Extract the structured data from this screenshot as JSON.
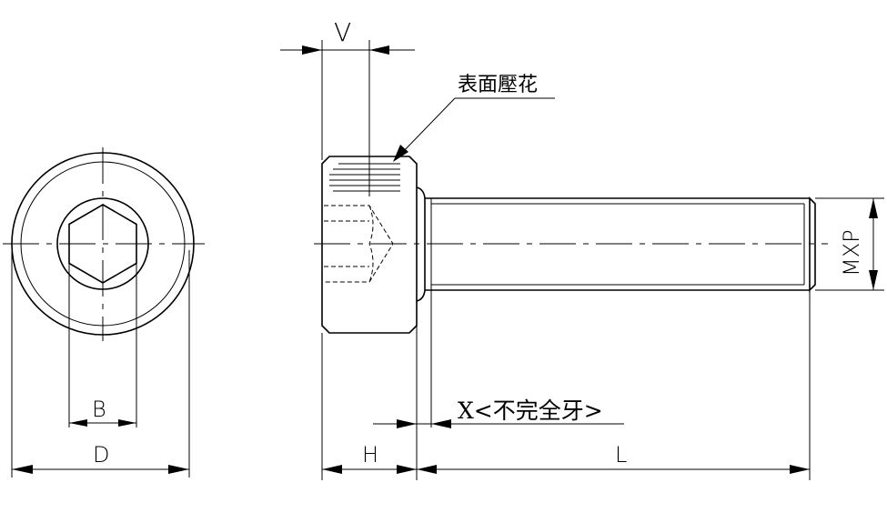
{
  "labels": {
    "v": "V",
    "knurl": "表面壓花",
    "b": "B",
    "d": "D",
    "h": "H",
    "x": "X<不完全牙>",
    "l": "L",
    "mxp": "MXP"
  }
}
